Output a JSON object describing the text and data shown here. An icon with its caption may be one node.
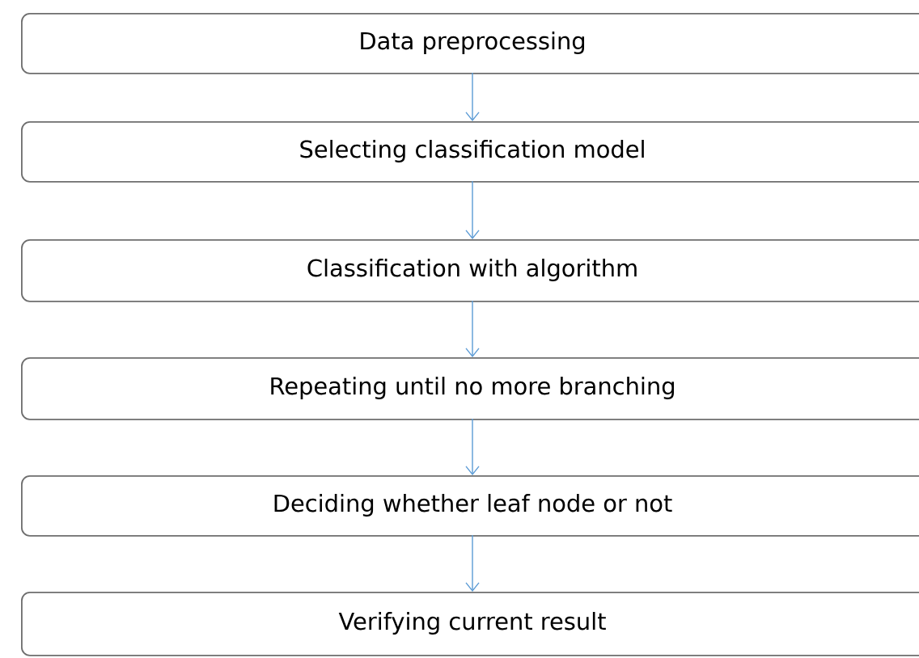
{
  "diagram": {
    "nodes": [
      {
        "text": [
          "Data preprocessing"
        ]
      },
      {
        "text": [
          "Selecting classification model"
        ]
      },
      {
        "text": [
          "Classification with algorithm"
        ]
      },
      {
        "text": [
          "Repeating until no more branching"
        ]
      },
      {
        "text": [
          "Deciding whether leaf node or not"
        ]
      },
      {
        "text": [
          "Verifying current result"
        ]
      }
    ],
    "edges": [
      {
        "from": 0,
        "to": 1,
        "arrow": "to"
      },
      {
        "from": 1,
        "to": 2,
        "arrow": "to"
      },
      {
        "from": 2,
        "to": 3,
        "arrow": "to"
      },
      {
        "from": 3,
        "to": 4,
        "arrow": "to"
      },
      {
        "from": 4,
        "to": 5,
        "arrow": "to"
      }
    ]
  }
}
